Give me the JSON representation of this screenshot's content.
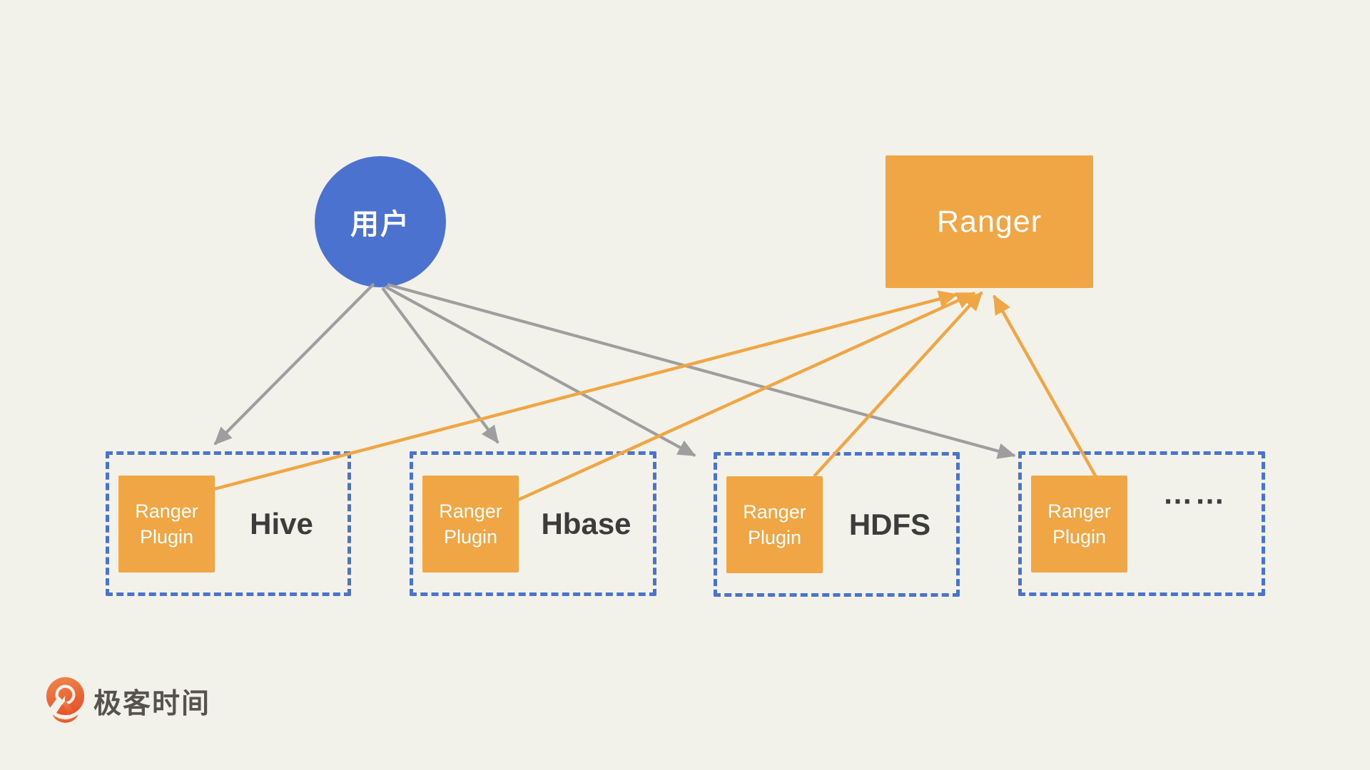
{
  "colors": {
    "background": "#F2F2EB",
    "user_blue": "#4A72CE",
    "orange": "#F0A644",
    "dashed_border_blue": "#4A74CB",
    "gray_arrow": "#9E9E9E",
    "service_label_text": "#3C3C3C",
    "node_text": "#FFFFFF",
    "logo_text": "#56524E"
  },
  "user_node": {
    "label": "用户"
  },
  "ranger_node": {
    "label": "Ranger"
  },
  "services": [
    {
      "id": "hive",
      "plugin_label": "Ranger Plugin",
      "label": "Hive"
    },
    {
      "id": "hbase",
      "plugin_label": "Ranger Plugin",
      "label": "Hbase"
    },
    {
      "id": "hdfs",
      "plugin_label": "Ranger Plugin",
      "label": "HDFS"
    },
    {
      "id": "others",
      "plugin_label": "Ranger Plugin",
      "label": "……"
    }
  ],
  "edges": {
    "user_requests": [
      {
        "from": "用户",
        "to": "Hive",
        "style": "gray-arrow"
      },
      {
        "from": "用户",
        "to": "Hbase",
        "style": "gray-arrow"
      },
      {
        "from": "用户",
        "to": "HDFS",
        "style": "gray-arrow"
      },
      {
        "from": "用户",
        "to": "……",
        "style": "gray-arrow"
      }
    ],
    "plugin_sync": [
      {
        "from": "Ranger Plugin (Hive)",
        "to": "Ranger",
        "style": "orange-arrow"
      },
      {
        "from": "Ranger Plugin (Hbase)",
        "to": "Ranger",
        "style": "orange-arrow"
      },
      {
        "from": "Ranger Plugin (HDFS)",
        "to": "Ranger",
        "style": "orange-arrow"
      },
      {
        "from": "Ranger Plugin (……)",
        "to": "Ranger",
        "style": "orange-arrow"
      }
    ]
  },
  "logo": {
    "text": "极客时间"
  }
}
